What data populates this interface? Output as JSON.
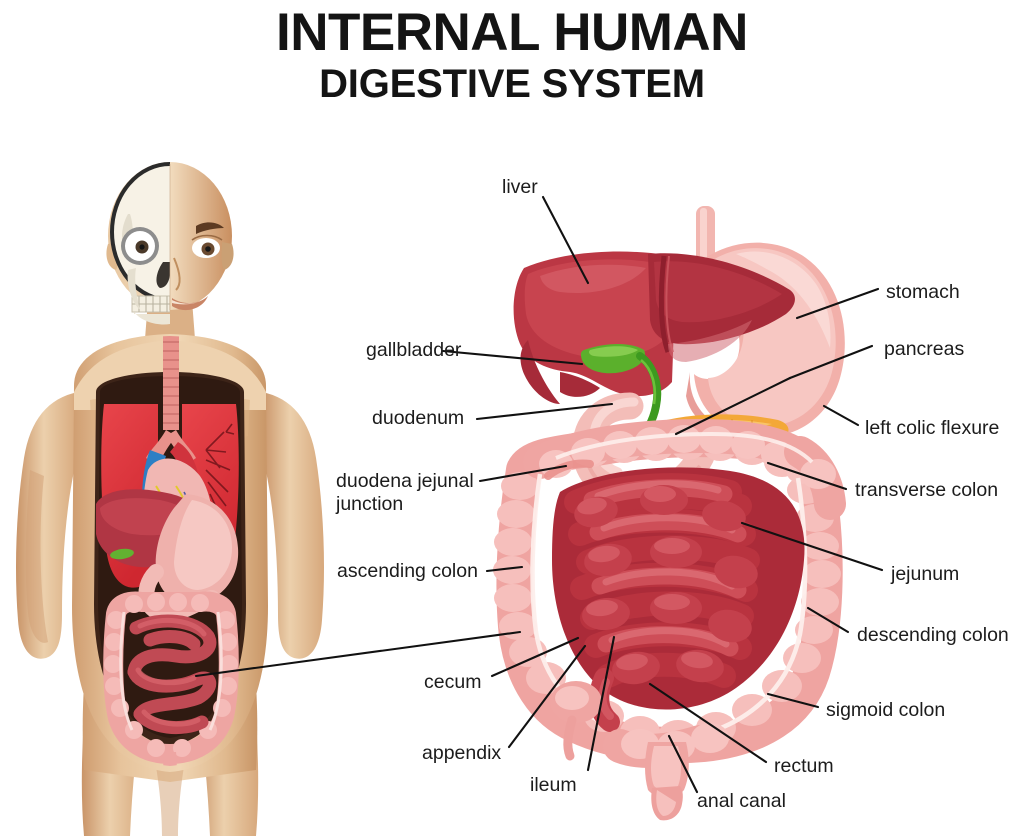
{
  "title": {
    "line1": "INTERNAL HUMAN",
    "line2": "DIGESTIVE SYSTEM"
  },
  "labels_left": [
    {
      "id": "liver",
      "text": "liver"
    },
    {
      "id": "gallbladder",
      "text": "gallbladder"
    },
    {
      "id": "duodenum",
      "text": "duodenum"
    },
    {
      "id": "duodena-jejunal-junction-1",
      "text": "duodena jejunal"
    },
    {
      "id": "duodena-jejunal-junction-2",
      "text": "junction"
    },
    {
      "id": "ascending-colon",
      "text": "ascending colon"
    },
    {
      "id": "cecum",
      "text": "cecum"
    },
    {
      "id": "appendix",
      "text": "appendix"
    },
    {
      "id": "ileum",
      "text": "ileum"
    }
  ],
  "labels_right": [
    {
      "id": "stomach",
      "text": "stomach"
    },
    {
      "id": "pancreas",
      "text": "pancreas"
    },
    {
      "id": "left-colic-flexure",
      "text": "left colic flexure"
    },
    {
      "id": "transverse-colon",
      "text": "transverse colon"
    },
    {
      "id": "jejunum",
      "text": "jejunum"
    },
    {
      "id": "descending-colon",
      "text": "descending colon"
    },
    {
      "id": "sigmoid-colon",
      "text": "sigmoid colon"
    },
    {
      "id": "rectum",
      "text": "rectum"
    },
    {
      "id": "anal-canal",
      "text": "anal canal"
    }
  ],
  "organs": [
    {
      "name": "liver",
      "color": "#c2394a"
    },
    {
      "name": "liver-dark-lobe",
      "color": "#a32a3c"
    },
    {
      "name": "gallbladder",
      "color": "#5fb030"
    },
    {
      "name": "bile-duct",
      "color": "#3f9b22"
    },
    {
      "name": "stomach",
      "color": "#f4b3ae"
    },
    {
      "name": "stomach-shade",
      "color": "#edc6c2"
    },
    {
      "name": "esophagus",
      "color": "#f2b8b2"
    },
    {
      "name": "duodenum",
      "color": "#f6c2bd"
    },
    {
      "name": "pancreas",
      "color": "#f4a93b"
    },
    {
      "name": "large-intestine",
      "color": "#f0a3a0"
    },
    {
      "name": "large-intestine-haustra",
      "color": "#f6bebb"
    },
    {
      "name": "small-intestine",
      "color": "#c94a52"
    },
    {
      "name": "small-intestine-dark",
      "color": "#a52735"
    },
    {
      "name": "rectum",
      "color": "#f0a3a0"
    },
    {
      "name": "skin",
      "color": "#e8c29a"
    },
    {
      "name": "skin-shadow",
      "color": "#d3a173"
    },
    {
      "name": "body-cavity",
      "color": "#3b2317"
    },
    {
      "name": "lungs",
      "color": "#e0313a"
    },
    {
      "name": "heart",
      "color": "#f0b6b2"
    },
    {
      "name": "skull",
      "color": "#f6f1e6"
    },
    {
      "name": "trachea",
      "color": "#e58b83"
    }
  ],
  "figure": {
    "human_model_caption": "half-skeleton half-skin male torso with internal organs",
    "digestive_caption": "isolated digestive tract"
  }
}
